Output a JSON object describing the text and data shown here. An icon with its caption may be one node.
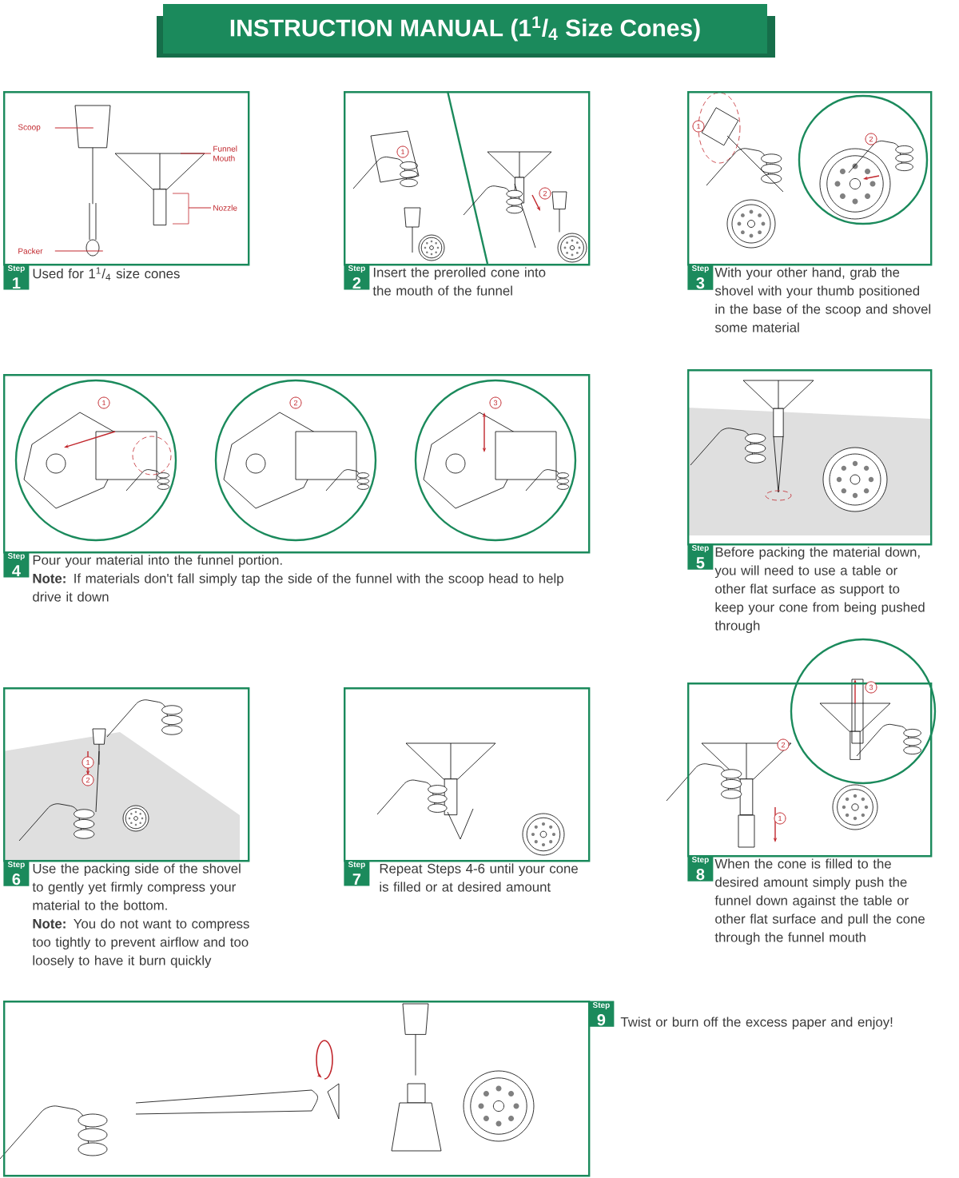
{
  "diagram": {
    "title": "INSTRUCTION MANUAL (1$^{1}$/$_{4}$ Size Cones)",
    "nodes": [
      {
        "text": [
          "Step",
          "1",
          "Used for 1$^{1}$/$_{4}$ size cones"
        ]
      },
      {
        "text": [
          "Scoop"
        ],
        "in": 0
      },
      {
        "text": [
          "Funnel Mouth"
        ],
        "in": 0
      },
      {
        "text": [
          "Nozzle"
        ],
        "in": 0
      },
      {
        "text": [
          "Packer"
        ],
        "in": 0
      },
      {
        "text": [
          "Step",
          "2",
          "Insert the prerolled cone into the mouth of the funnel"
        ]
      },
      {
        "text": [
          "Step",
          "3",
          "With your other hand, grab the shovel with your thumb positioned in the base of the scoop and shovel some material"
        ]
      },
      {
        "text": [
          "Step",
          "4",
          "Pour your material into the funnel portion.",
          "**Note:** If materials don't fall simply tap the side of the funnel with the scoop head to help drive it down"
        ]
      },
      {
        "text": [
          "Step",
          "5",
          "Before packing the material down, you will need to use a table or other flat surface as support to keep your cone from being pushed through"
        ]
      },
      {
        "text": [
          "Step",
          "6",
          "Use the packing side of the shovel to gently yet firmly compress your material to the bottom.",
          "**Note:** You do not want to compress too tightly to prevent airflow and too loosely to have it burn quickly"
        ]
      },
      {
        "text": [
          "Step",
          "7",
          "Repeat Steps 4-6 until your cone is filled or at desired amount"
        ]
      },
      {
        "text": [
          "Step",
          "8",
          "When the cone is filled to the desired amount simply push the funnel down against the table or other flat surface and pull the cone through the funnel mouth"
        ]
      },
      {
        "text": [
          "Step",
          "9",
          "Twist or burn off the excess paper and enjoy!"
        ]
      }
    ],
    "edges": [
      {
        "from": 1,
        "to": null,
        "arrow": "none"
      },
      {
        "from": 2,
        "to": null,
        "arrow": "none"
      },
      {
        "from": 3,
        "to": null,
        "arrow": "none"
      },
      {
        "from": 4,
        "to": null,
        "arrow": "none"
      }
    ],
    "labels": [
      "1",
      "2",
      "1",
      "2",
      "1",
      "2",
      "3",
      "1",
      "2",
      "3",
      "2",
      "1"
    ]
  }
}
